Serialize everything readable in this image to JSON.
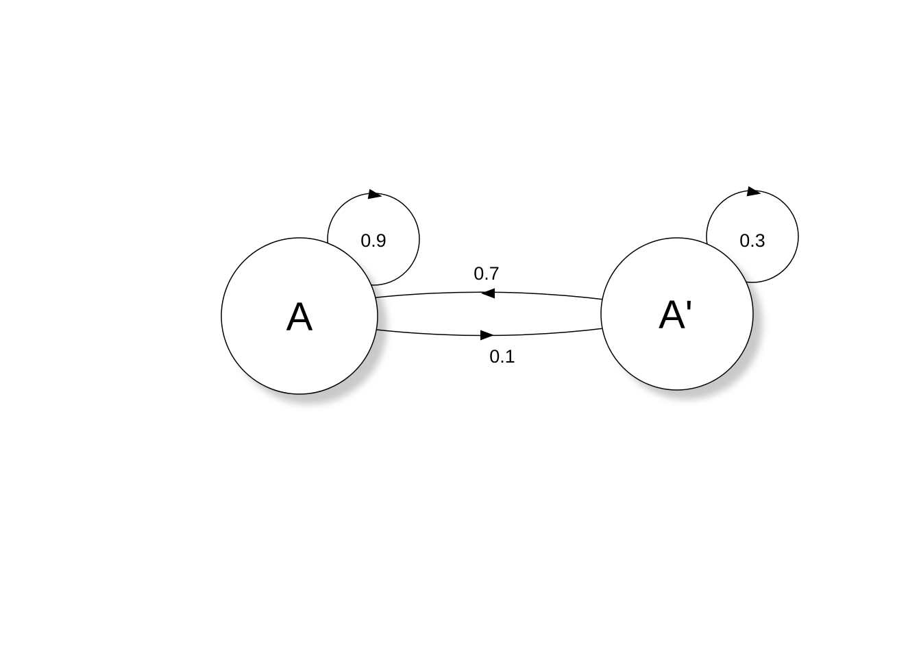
{
  "diagram": {
    "type": "state-transition-diagram",
    "background": "#ffffff",
    "stroke_color": "#000000",
    "node_fill": "#ffffff",
    "shadow_color": "#9e9e9e",
    "nodes": [
      {
        "id": "A",
        "label": "A"
      },
      {
        "id": "A-prime",
        "label": "A'"
      }
    ],
    "edges": [
      {
        "from": "A",
        "to": "A",
        "type": "self-loop",
        "label": "0.9"
      },
      {
        "from": "A-prime",
        "to": "A-prime",
        "type": "self-loop",
        "label": "0.3"
      },
      {
        "from": "A-prime",
        "to": "A",
        "type": "curve",
        "label": "0.7"
      },
      {
        "from": "A",
        "to": "A-prime",
        "type": "curve",
        "label": "0.1"
      }
    ]
  }
}
